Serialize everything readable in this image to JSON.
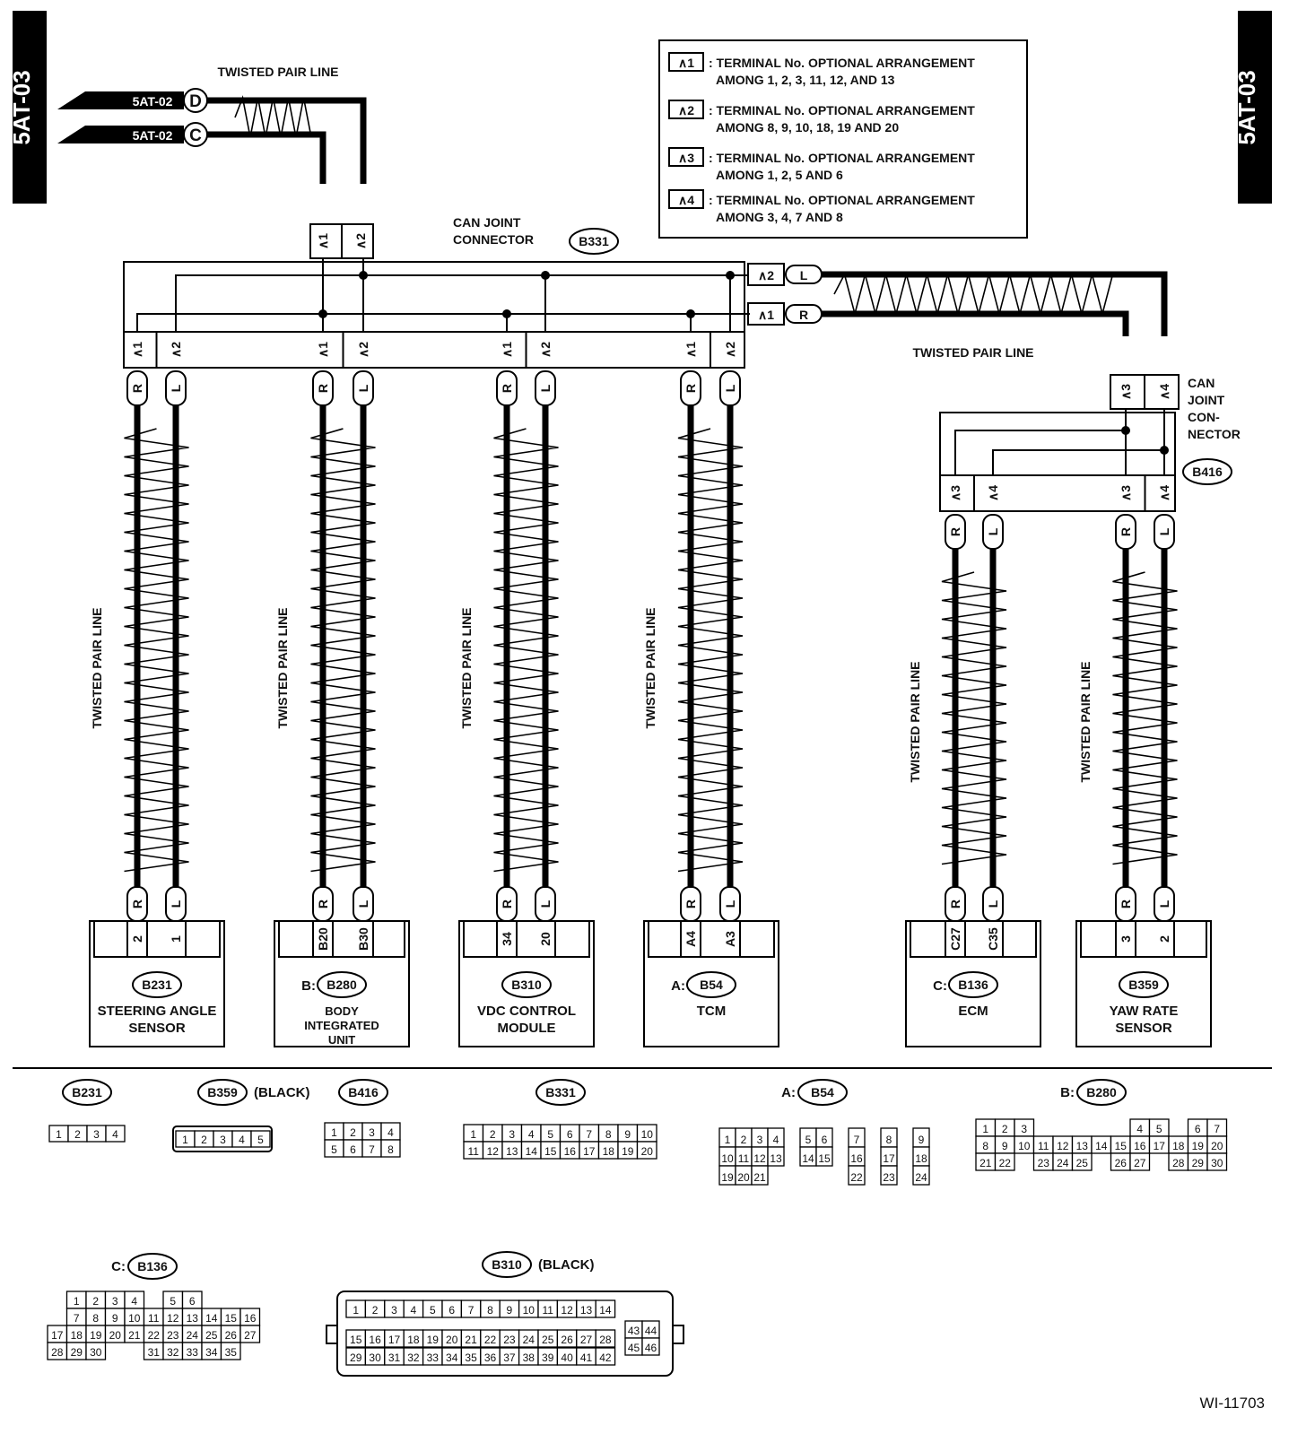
{
  "diagram": {
    "side_tab_left": "5AT-03",
    "side_tab_right": "5AT-03",
    "figure_id": "WI-11703",
    "twisted_pair_label": "TWISTED PAIR LINE",
    "wire_colors": {
      "r": "R",
      "l": "L"
    },
    "inputs": [
      {
        "ref": "5AT-02",
        "pin": "D"
      },
      {
        "ref": "5AT-02",
        "pin": "C"
      }
    ],
    "legend": [
      {
        "key": "∧1",
        "line1": ": TERMINAL No. OPTIONAL ARRANGEMENT",
        "line2": "AMONG 1, 2, 3, 11, 12, AND 13"
      },
      {
        "key": "∧2",
        "line1": ": TERMINAL No. OPTIONAL ARRANGEMENT",
        "line2": "AMONG 8, 9, 10, 18, 19 AND 20"
      },
      {
        "key": "∧3",
        "line1": ": TERMINAL No. OPTIONAL ARRANGEMENT",
        "line2": "AMONG 1, 2, 5 AND 6"
      },
      {
        "key": "∧4",
        "line1": ": TERMINAL No. OPTIONAL ARRANGEMENT",
        "line2": "AMONG 3, 4, 7 AND 8"
      }
    ],
    "joint_connector_1": {
      "line1": "CAN JOINT",
      "line2": "CONNECTOR",
      "ref": "B331"
    },
    "joint_connector_2": {
      "lines": [
        "CAN",
        "JOINT",
        "CON-",
        "NECTOR"
      ],
      "ref": "B416"
    },
    "terminal_keys": {
      "k1": "∧1",
      "k2": "∧2",
      "k3": "∧3",
      "k4": "∧4"
    },
    "modules": [
      {
        "prefix": "",
        "ref": "B231",
        "name": [
          "STEERING ANGLE",
          "SENSOR"
        ],
        "pins": [
          "2",
          "1"
        ]
      },
      {
        "prefix": "B:",
        "ref": "B280",
        "name": [
          "BODY",
          "INTEGRATED",
          "UNIT"
        ],
        "pins": [
          "B20",
          "B30"
        ]
      },
      {
        "prefix": "",
        "ref": "B310",
        "name": [
          "VDC CONTROL",
          "MODULE"
        ],
        "pins": [
          "34",
          "20"
        ]
      },
      {
        "prefix": "A:",
        "ref": "B54",
        "name": [
          "TCM"
        ],
        "pins": [
          "A4",
          "A3"
        ]
      },
      {
        "prefix": "C:",
        "ref": "B136",
        "name": [
          "ECM"
        ],
        "pins": [
          "C27",
          "C35"
        ]
      },
      {
        "prefix": "",
        "ref": "B359",
        "name": [
          "YAW RATE",
          "SENSOR"
        ],
        "pins": [
          "3",
          "2"
        ]
      }
    ],
    "connector_views": {
      "b231": {
        "ref": "B231",
        "rows": [
          [
            "1",
            "2",
            "3",
            "4"
          ]
        ]
      },
      "b359": {
        "ref": "B359",
        "note": "(BLACK)",
        "rows": [
          [
            "1",
            "2",
            "3",
            "4",
            "5"
          ]
        ]
      },
      "b416": {
        "ref": "B416",
        "rows": [
          [
            "1",
            "2",
            "3",
            "4"
          ],
          [
            "5",
            "6",
            "7",
            "8"
          ]
        ]
      },
      "b331": {
        "ref": "B331",
        "rows": [
          [
            "1",
            "2",
            "3",
            "4",
            "5",
            "6",
            "7",
            "8",
            "9",
            "10"
          ],
          [
            "11",
            "12",
            "13",
            "14",
            "15",
            "16",
            "17",
            "18",
            "19",
            "20"
          ]
        ]
      },
      "b54": {
        "prefix": "A:",
        "ref": "B54",
        "rows": [
          [
            "1",
            "2",
            "3",
            "4",
            "",
            "5",
            "6",
            "",
            "7",
            "",
            "8",
            "",
            "9"
          ],
          [
            "10",
            "11",
            "12",
            "13",
            "",
            "14",
            "15",
            "",
            "16",
            "",
            "17",
            "",
            "18"
          ],
          [
            "19",
            "20",
            "21",
            "",
            "",
            "",
            "",
            "",
            "22",
            "",
            "23",
            "",
            "24"
          ]
        ]
      },
      "b280": {
        "prefix": "B:",
        "ref": "B280",
        "rows": [
          [
            "1",
            "2",
            "3",
            "",
            "",
            "",
            "",
            "",
            "4",
            "5",
            "",
            "6",
            "7"
          ],
          [
            "8",
            "9",
            "10",
            "11",
            "12",
            "13",
            "14",
            "15",
            "16",
            "17",
            "18",
            "19",
            "20"
          ],
          [
            "21",
            "22",
            "",
            "23",
            "24",
            "25",
            "",
            "26",
            "27",
            "",
            "28",
            "29",
            "30"
          ]
        ]
      },
      "b136": {
        "prefix": "C:",
        "ref": "B136",
        "rows": [
          [
            "",
            "1",
            "2",
            "3",
            "4",
            "",
            "5",
            "6"
          ],
          [
            "",
            "7",
            "8",
            "9",
            "10",
            "11",
            "12",
            "13",
            "14",
            "15",
            "16"
          ],
          [
            "17",
            "18",
            "19",
            "20",
            "21",
            "22",
            "23",
            "24",
            "25",
            "26",
            "27"
          ],
          [
            "28",
            "29",
            "30",
            "",
            "",
            "31",
            "32",
            "33",
            "34",
            "35"
          ]
        ]
      },
      "b310": {
        "ref": "B310",
        "note": "(BLACK)",
        "rows": [
          [
            "1",
            "2",
            "3",
            "4",
            "5",
            "6",
            "7",
            "8",
            "9",
            "10",
            "11",
            "12",
            "13",
            "14"
          ],
          [
            "15",
            "16",
            "17",
            "18",
            "19",
            "20",
            "21",
            "22",
            "23",
            "24",
            "25",
            "26",
            "27",
            "28"
          ],
          [
            "29",
            "30",
            "31",
            "32",
            "33",
            "34",
            "35",
            "36",
            "37",
            "38",
            "39",
            "40",
            "41",
            "42"
          ]
        ],
        "side": [
          [
            "43",
            "44"
          ],
          [
            "45",
            "46"
          ]
        ]
      }
    }
  }
}
